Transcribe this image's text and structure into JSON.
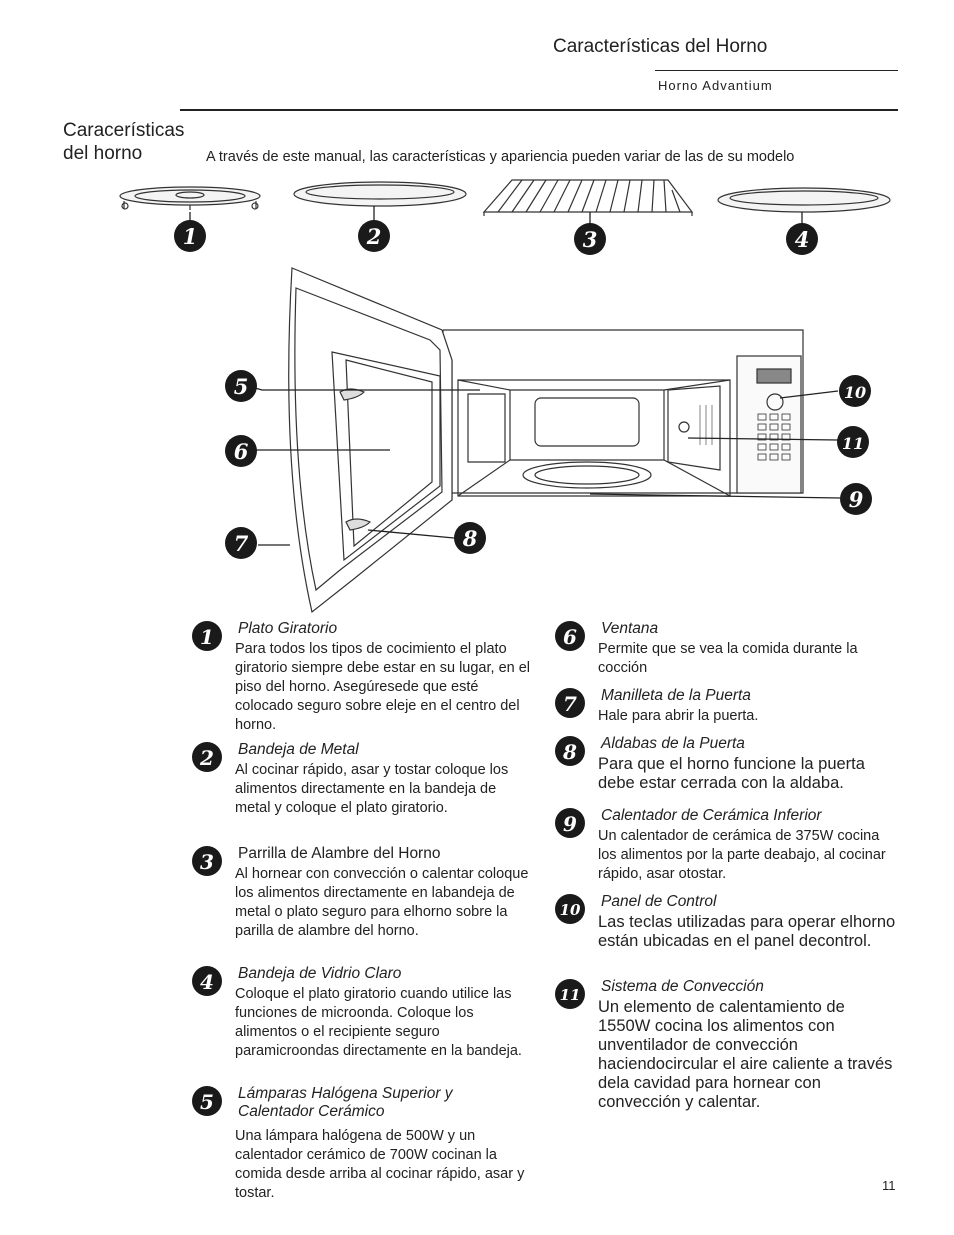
{
  "header": {
    "title": "Características del Horno",
    "subtitle": "Horno Advantium"
  },
  "section": {
    "title_line1": "Caracerísticas",
    "title_line2": "del horno",
    "intro": "A través de este manual, las características y apariencia pueden variar de las de su modelo"
  },
  "callouts": [
    "1",
    "2",
    "3",
    "4",
    "5",
    "6",
    "7",
    "8",
    "9",
    "10",
    "11"
  ],
  "items_left": [
    {
      "num": "1",
      "title": "Plato Giratorio",
      "desc": "Para todos los tipos de cocimiento el plato giratorio siempre debe estar en su lugar, en el piso del horno.  Asegúresede que esté colocado seguro sobre eleje en el centro del horno."
    },
    {
      "num": "2",
      "title": "Bandeja de Metal",
      "desc": "Al cocinar rápido, asar y tostar coloque los alimentos directamente en la bandeja de metal y coloque el plato giratorio."
    },
    {
      "num": "3",
      "title": "Parrilla de Alambre del Horno",
      "desc": "Al hornear con convección o calentar coloque los alimentos directamente en labandeja de metal o plato seguro para elhorno sobre la parilla de alambre del horno."
    },
    {
      "num": "4",
      "title": "Bandeja de Vidrio Claro",
      "desc": "Coloque el plato giratorio cuando utilice las funciones de microonda.  Coloque los alimentos o el recipiente seguro paramicroondas directamente en la bandeja."
    },
    {
      "num": "5",
      "title_line1": "Lámparas Halógena Superior y",
      "title_line2": "Calentador Cerámico",
      "desc": "Una lámpara halógena de 500W y un calentador cerámico de 700W cocinan la comida desde arriba al cocinar rápido, asar y tostar."
    }
  ],
  "items_right": [
    {
      "num": "6",
      "title": "Ventana",
      "desc": "Permite que se vea la comida durante la cocción"
    },
    {
      "num": "7",
      "title": "Manilleta de la Puerta",
      "desc": "Hale para abrir la puerta."
    },
    {
      "num": "8",
      "title": "Aldabas de la Puerta",
      "desc": "Para que el horno funcione la puerta debe estar cerrada con la aldaba."
    },
    {
      "num": "9",
      "title": "Calentador de Cerámica Inferior",
      "desc": "Un calentador de cerámica de 375W cocina los alimentos por la parte deabajo, al cocinar rápido, asar otostar."
    },
    {
      "num": "10",
      "title": "Panel de Control",
      "desc": "Las teclas utilizadas para operar elhorno están ubicadas en el panel decontrol."
    },
    {
      "num": "11",
      "title": "Sistema de Convección",
      "desc": "Un elemento de calentamiento de 1550W cocina los alimentos con unventilador de convección haciendocircular el aire caliente a través dela cavidad para hornear con convección y calentar."
    }
  ],
  "page_number": "11",
  "colors": {
    "badge": "#1a1a1a",
    "ink": "#222222"
  },
  "icons": {
    "badge": "numbered-callout-icon"
  }
}
